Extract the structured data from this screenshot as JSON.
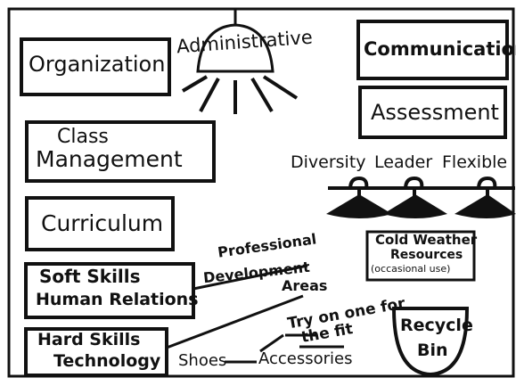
{
  "lamp": {
    "label": "Administrative"
  },
  "boxes": {
    "organization": "Organization",
    "communication": "Communication",
    "assessment": "Assessment",
    "class_management": [
      "Class",
      "Management"
    ],
    "curriculum": "Curriculum",
    "soft_skills": [
      "Soft Skills",
      "Human Relations"
    ],
    "hard_skills": [
      "Hard Skills",
      "Technology"
    ],
    "cold_weather": [
      "Cold Weather",
      "Resources",
      "(occasional use)"
    ],
    "recycle_bin": [
      "Recycle",
      "Bin"
    ]
  },
  "hangers": {
    "labels": [
      "Diversity",
      "Leader",
      "Flexible"
    ]
  },
  "pd": {
    "lines": [
      "Professional",
      "Development",
      "Areas"
    ]
  },
  "bottom": {
    "shoes": "Shoes",
    "accessories": "Accessories",
    "try_on": [
      "Try on one for",
      "the fit"
    ]
  },
  "colors": {
    "ink": "#111111",
    "paper": "#ffffff"
  }
}
